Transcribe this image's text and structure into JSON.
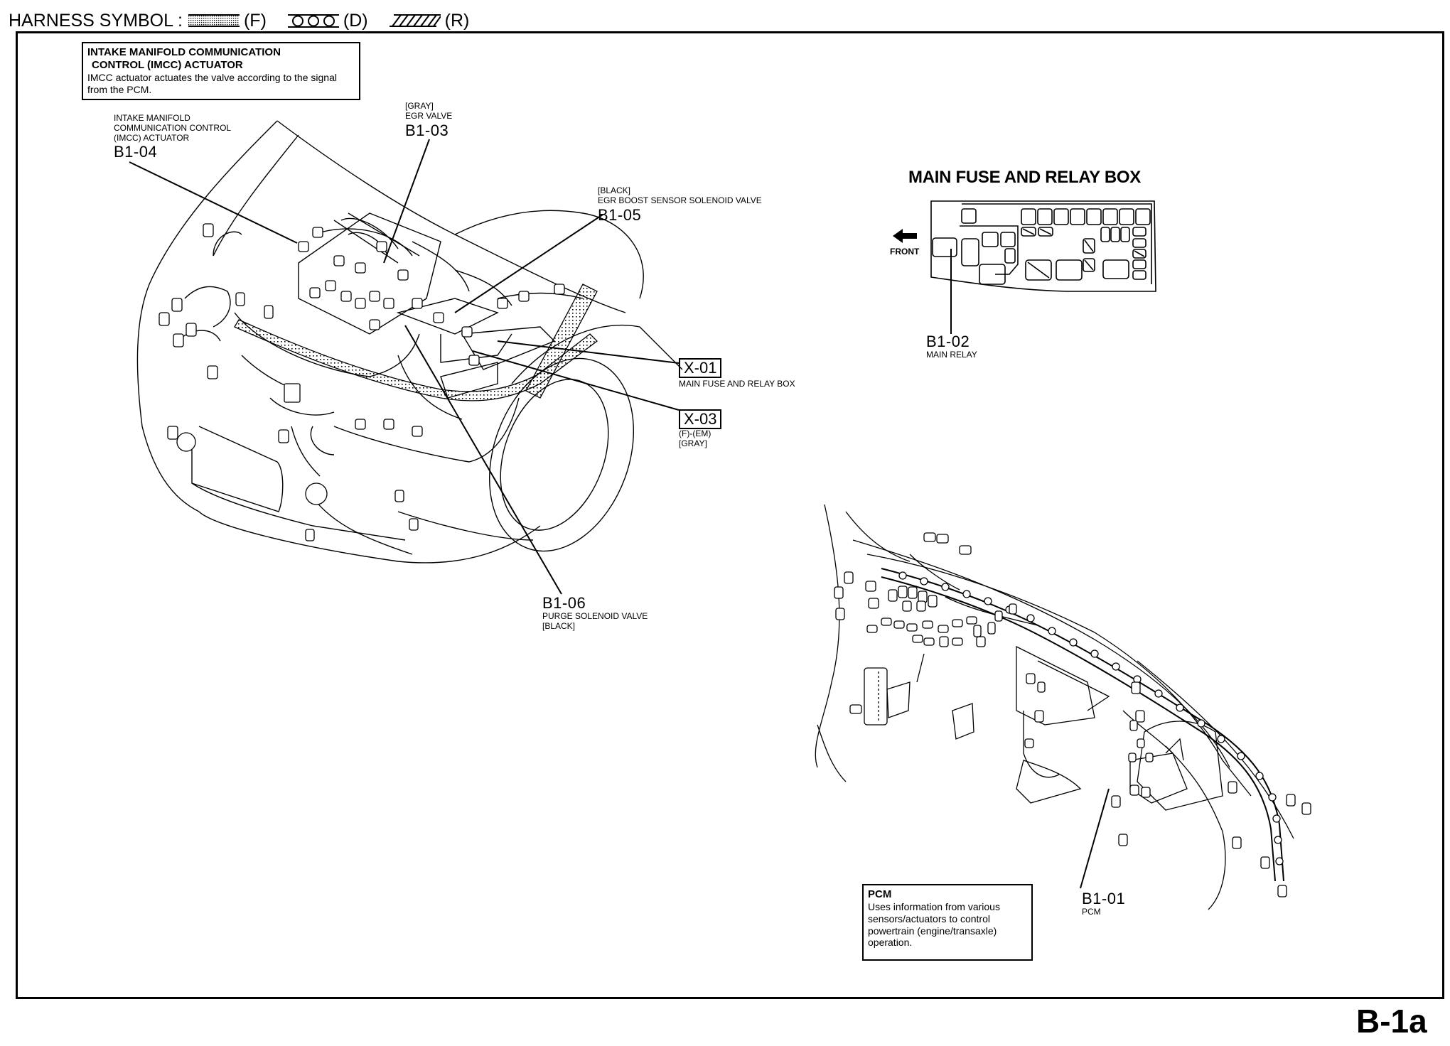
{
  "harness_legend": {
    "label": "HARNESS SYMBOL :",
    "symbols": [
      {
        "icon": "dotted-harness-icon",
        "code": "(F)"
      },
      {
        "icon": "circle-harness-icon",
        "code": "(D)"
      },
      {
        "icon": "hatched-harness-icon",
        "code": "(R)"
      }
    ]
  },
  "notes": {
    "imcc": {
      "title_line1": "INTAKE MANIFOLD COMMUNICATION",
      "title_line2": "CONTROL (IMCC) ACTUATOR",
      "body": "IMCC actuator actuates the valve according to the signal from the PCM."
    },
    "pcm": {
      "title": "PCM",
      "body": "Uses information from various sensors/actuators to control powertrain (engine/transaxle) operation."
    }
  },
  "callouts": {
    "b1_04": {
      "lines": [
        "INTAKE MANIFOLD",
        "COMMUNICATION CONTROL",
        "(IMCC) ACTUATOR"
      ],
      "code": "B1-04"
    },
    "b1_03": {
      "lines": [
        "[GRAY]",
        "EGR VALVE"
      ],
      "code": "B1-03"
    },
    "b1_05": {
      "lines": [
        "[BLACK]",
        "EGR BOOST SENSOR SOLENOID VALVE"
      ],
      "code": "B1-05"
    },
    "b1_06": {
      "code": "B1-06",
      "lines": [
        "PURGE SOLENOID VALVE",
        "[BLACK]"
      ]
    },
    "b1_02": {
      "code": "B1-02",
      "lines": [
        "MAIN RELAY"
      ]
    },
    "b1_01": {
      "code": "B1-01",
      "lines": [
        "PCM"
      ]
    },
    "x_01": {
      "code": "X-01",
      "lines": [
        "MAIN FUSE AND RELAY BOX"
      ]
    },
    "x_03": {
      "code": "X-03",
      "lines": [
        "(F)-(EM)",
        "[GRAY]"
      ]
    }
  },
  "fuse_box": {
    "title": "MAIN FUSE AND RELAY BOX",
    "front_label": "FRONT",
    "front_arrow_icon": "arrow-left-icon"
  },
  "page_code": "B-1a"
}
